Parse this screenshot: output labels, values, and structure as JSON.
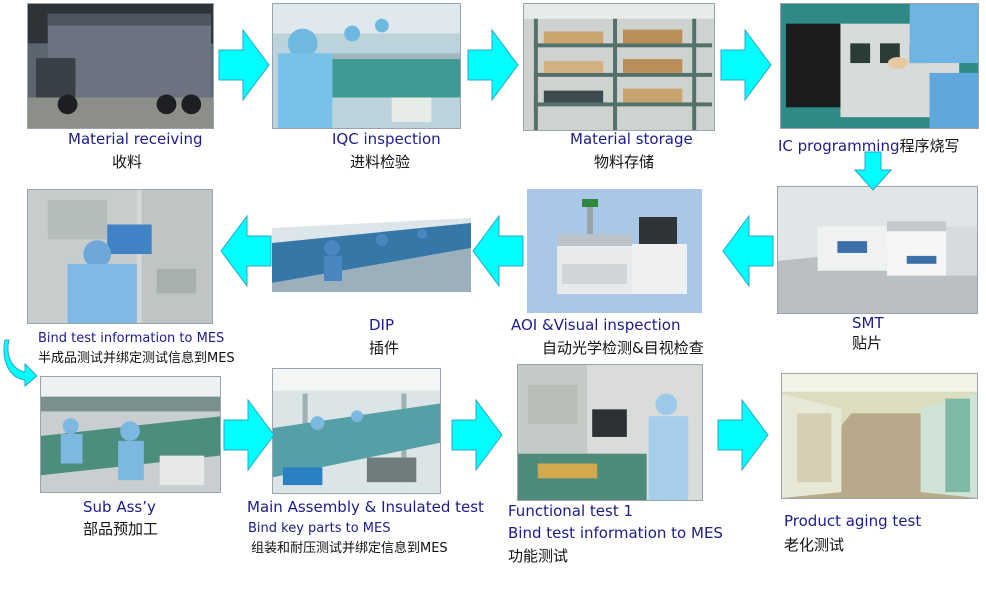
{
  "colors": {
    "arrow": "#00ffff",
    "arrow_outline": "#2aa6c8",
    "label_en": "#1c1c8c",
    "label_cn": "#111111"
  },
  "steps": {
    "material_receiving": {
      "en": "Material receiving",
      "cn": "收料"
    },
    "iqc_inspection": {
      "en": "IQC inspection",
      "cn": "进料检验"
    },
    "material_storage": {
      "en": "Material storage",
      "cn": "物料存储"
    },
    "ic_programming": {
      "en": "IC programming",
      "cn": "程序烧写"
    },
    "smt": {
      "en": "SMT",
      "cn": "贴片"
    },
    "aoi": {
      "en": "AOI &Visual inspection",
      "cn": "自动光学检测&目视检查"
    },
    "dip": {
      "en": "DIP",
      "cn": "插件"
    },
    "bind_test": {
      "en": "Bind test information to MES",
      "cn": "半成品测试并绑定测试信息到MES"
    },
    "sub_assy": {
      "en": "Sub Ass’y",
      "cn": "部品预加工"
    },
    "main_assembly": {
      "en": "Main Assembly & Insulated test",
      "en2": "Bind key parts to MES",
      "cn": "组装和耐压测试并绑定信息到MES"
    },
    "functional_test": {
      "en": "Functional test 1",
      "en2": "Bind test information to MES",
      "cn": "功能测试"
    },
    "aging_test": {
      "en": "Product aging test",
      "cn": "老化测试"
    }
  }
}
